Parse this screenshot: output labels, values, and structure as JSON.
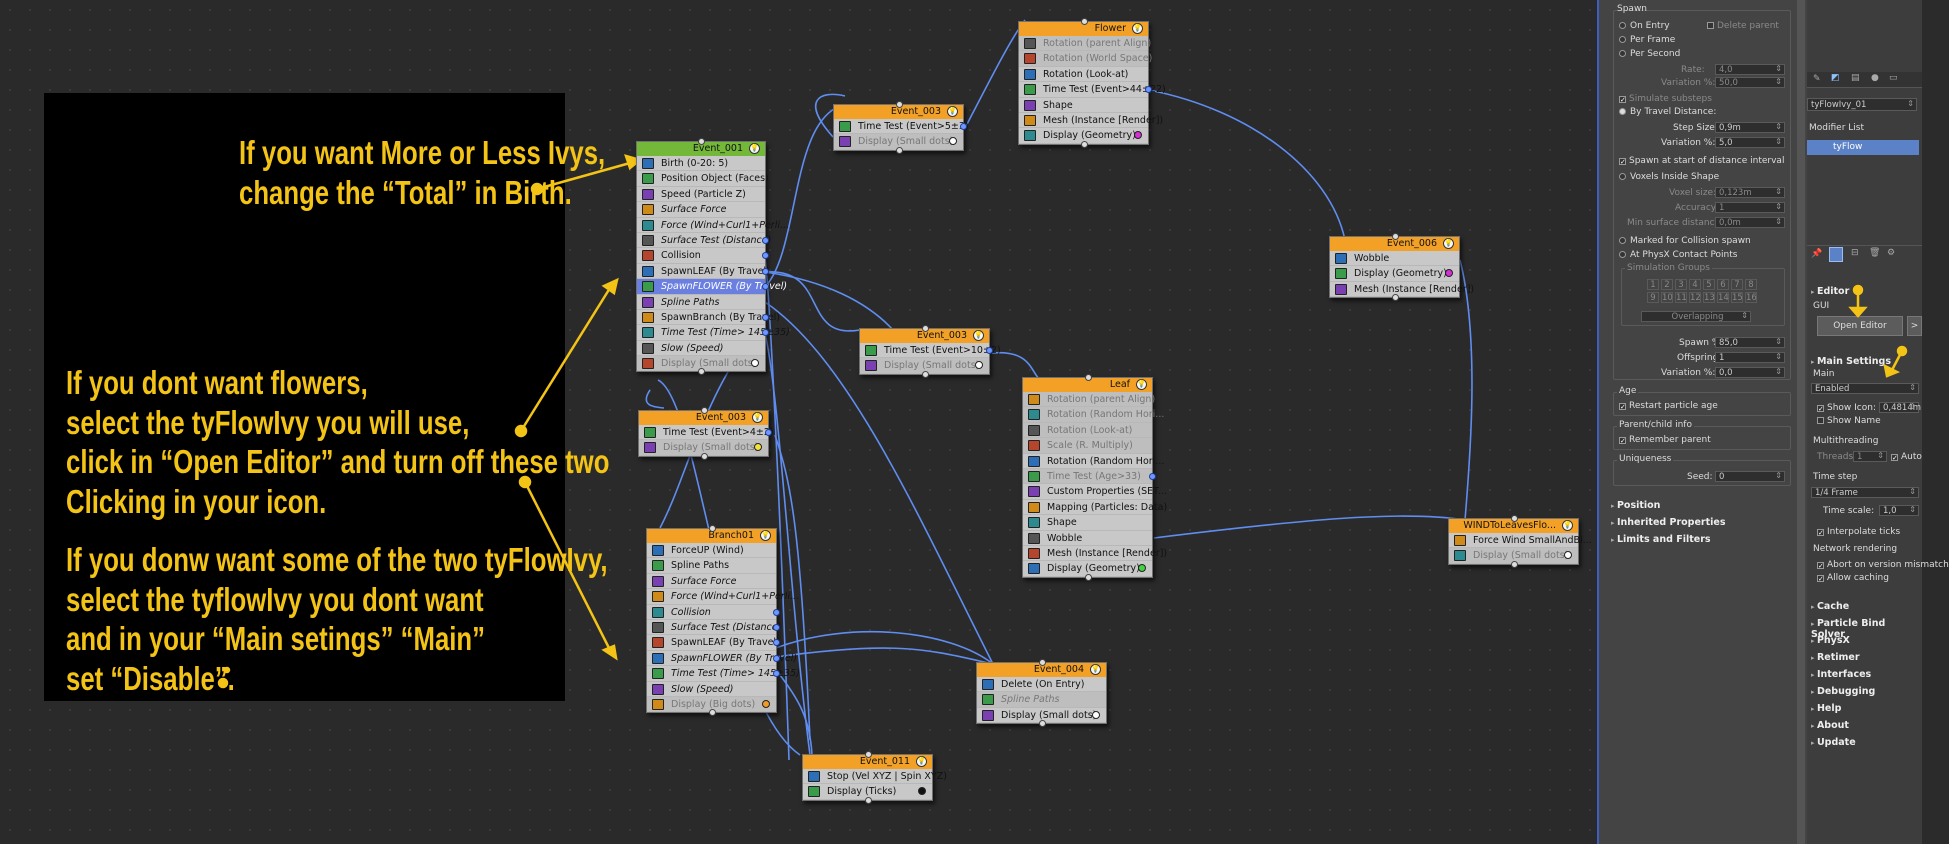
{
  "colors": {
    "node_header": "#f2a126",
    "birth_header": "#74b83a",
    "wire": "#5f8df0",
    "annotation": "#f3c316",
    "selection": "#6a7fe0"
  },
  "annotations": {
    "a1": [
      "If you want More or Less Ivys,",
      "change the “Total” in Birth."
    ],
    "a2": [
      "If you dont want flowers,",
      "select the tyFlowIvy you will use,",
      "click in “Open Editor” and turn off these two",
      "Clicking in your icon."
    ],
    "a3": [
      "If you donw want some of the two tyFlowIvy,",
      "select the tyflowIvy you dont want",
      "and in your “Main setings” “Main”",
      "set “Disable”."
    ]
  },
  "nodes": {
    "event001": {
      "title": "Event_001",
      "ops": [
        "Birth (0-20: 5)",
        "Position Object (Faces)",
        "Speed (Particle Z)",
        "Surface Force",
        "Force (Wind+Curl1+Perli...",
        "Surface Test (Distance)",
        "Collision",
        "SpawnLEAF (By Travel)",
        "SpawnFLOWER (By Travel)",
        "Spline Paths",
        "SpawnBranch (By Travel)",
        "Time Test (Time> 145±35)",
        "Slow (Speed)",
        "Display (Small dots)"
      ]
    },
    "event003a": {
      "title": "Event_003",
      "ops": [
        "Time Test (Event>5±3)",
        "Display (Small dots)"
      ]
    },
    "flower": {
      "title": "Flower",
      "ops": [
        "Rotation (parent Align)",
        "Rotation (World Space)",
        "Rotation (Look-at)",
        "Time Test (Event>44±22)",
        "Shape",
        "Mesh (Instance [Render])",
        "Display (Geometry)"
      ]
    },
    "event006": {
      "title": "Event_006",
      "ops": [
        "Wobble",
        "Display (Geometry)",
        "Mesh (Instance [Render])"
      ]
    },
    "event003b": {
      "title": "Event_003",
      "ops": [
        "Time Test (Event>10±2)",
        "Display (Small dots)"
      ]
    },
    "event003c": {
      "title": "Event_003",
      "ops": [
        "Time Test (Event>4±2)",
        "Display (Small dots)"
      ]
    },
    "leaf": {
      "title": "Leaf",
      "ops": [
        "Rotation (parent Align)",
        "Rotation (Random Hori...",
        "Rotation (Look-at)",
        "Scale (R. Multiply)",
        "Rotation (Random Hori...",
        "Time Test (Age>33)",
        "Custom Properties (SET...",
        "Mapping (Particles: Data)",
        "Shape",
        "Wobble",
        "Mesh (Instance [Render])",
        "Display (Geometry)"
      ]
    },
    "branch01": {
      "title": "Branch01",
      "ops": [
        "ForceUP (Wind)",
        "Spline Paths",
        "Surface Force",
        "Force (Wind+Curl1+Perli...",
        "Collision",
        "Surface Test (Distance)",
        "SpawnLEAF (By Travel)",
        "SpawnFLOWER (By Travel)",
        "Time Test (Time> 145±35)",
        "Slow (Speed)",
        "Display (Big dots)"
      ]
    },
    "event004": {
      "title": "Event_004",
      "ops": [
        "Delete (On Entry)",
        "Spline Paths",
        "Display (Small dots)"
      ]
    },
    "event011": {
      "title": "Event_011",
      "ops": [
        "Stop (Vel XYZ | Spin XYZ)",
        "Display (Ticks)"
      ]
    },
    "wind": {
      "title": "WINDToLeavesFlo...",
      "ops": [
        "Force Wind SmallAndBi...",
        "Display (Small dots)"
      ]
    }
  },
  "panel": {
    "spawn": "Spawn",
    "on_entry": "On Entry",
    "delete_parent": "Delete parent",
    "per_frame": "Per Frame",
    "per_second": "Per Second",
    "rate": "Rate:",
    "rate_v": "4,0",
    "variation_pct": "Variation %:",
    "variation_v1": "50,0",
    "simulate_substeps": "Simulate substeps",
    "by_travel": "By Travel Distance:",
    "step_size": "Step Size:",
    "step_v": "0,9m",
    "variation_v2": "5,0",
    "spawn_start": "Spawn at start of distance interval",
    "voxels": "Voxels Inside Shape",
    "voxel_size": "Voxel size:",
    "voxel_v": "0,123m",
    "accuracy": "Accuracy:",
    "accuracy_v": "1",
    "min_surface": "Min surface distance:",
    "min_surface_v": "0,0m",
    "marked": "Marked for Collision spawn",
    "physx_contact": "At PhysX Contact Points",
    "sim_groups": "Simulation Groups",
    "groups": [
      "1",
      "2",
      "3",
      "4",
      "5",
      "6",
      "7",
      "8",
      "9",
      "10",
      "11",
      "12",
      "13",
      "14",
      "15",
      "16"
    ],
    "overlapping": "Overlapping",
    "spawn_pct": "Spawn %:",
    "spawn_pct_v": "85,0",
    "offspring": "Offspring:",
    "offspring_v": "1",
    "variation_v3": "0,0",
    "age": "Age",
    "restart_age": "Restart particle age",
    "parent_child": "Parent/child info",
    "remember_parent": "Remember parent",
    "uniqueness": "Uniqueness",
    "seed": "Seed:",
    "seed_v": "0",
    "rollouts": [
      "Position",
      "Inherited Properties",
      "Limits and Filters"
    ]
  },
  "cmd": {
    "object_name": "tyFlowIvy_01",
    "modifier_list": "Modifier List",
    "modifier": "tyFlow",
    "editor": "Editor",
    "gui": "GUI",
    "open_editor": "Open Editor",
    "more": ">",
    "main_settings": "Main Settings",
    "main": "Main",
    "enabled": "Enabled",
    "show_icon": "Show Icon:",
    "show_icon_v": "0,4814m",
    "show_name": "Show Name",
    "multithreading": "Multithreading",
    "threads": "Threads:",
    "threads_v": "1",
    "auto": "Auto",
    "time_step": "Time step",
    "frame": "1/4 Frame",
    "time_scale": "Time scale:",
    "time_scale_v": "1,0",
    "interpolate": "Interpolate ticks",
    "network": "Network rendering",
    "abort": "Abort on version mismatch",
    "caching": "Allow caching",
    "rollouts": [
      "Cache",
      "Particle Bind Solver",
      "PhysX",
      "Retimer",
      "Interfaces",
      "Debugging",
      "Help",
      "About",
      "Update"
    ]
  }
}
